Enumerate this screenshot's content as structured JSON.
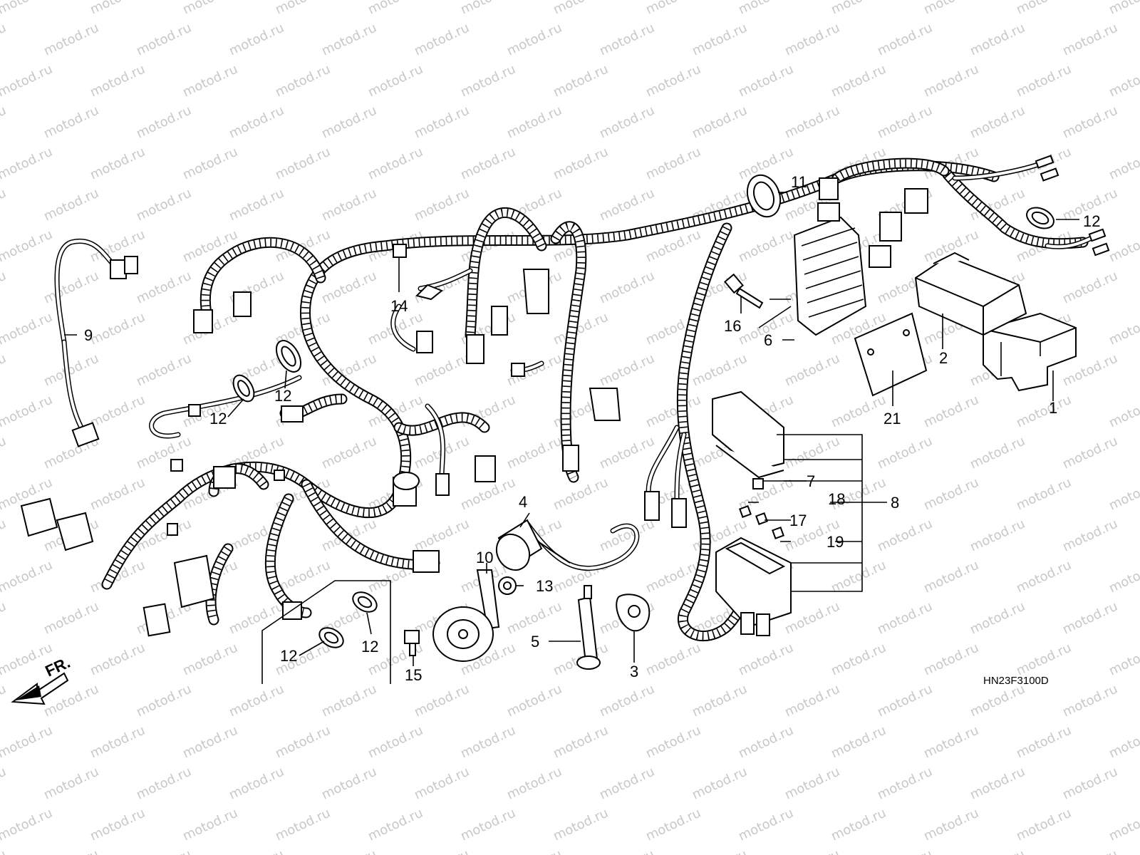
{
  "diagram": {
    "watermark": "motod.ru",
    "direction_label": "FR.",
    "diagram_code": "HN23F3100D",
    "callouts": [
      {
        "id": "c1",
        "label": "1"
      },
      {
        "id": "c2",
        "label": "2"
      },
      {
        "id": "c3",
        "label": "3"
      },
      {
        "id": "c4",
        "label": "4"
      },
      {
        "id": "c5",
        "label": "5"
      },
      {
        "id": "c6",
        "label": "6"
      },
      {
        "id": "c7",
        "label": "7"
      },
      {
        "id": "c8",
        "label": "8"
      },
      {
        "id": "c9",
        "label": "9"
      },
      {
        "id": "c10",
        "label": "10"
      },
      {
        "id": "c11",
        "label": "11"
      },
      {
        "id": "c12a",
        "label": "12"
      },
      {
        "id": "c12b",
        "label": "12"
      },
      {
        "id": "c12c",
        "label": "12"
      },
      {
        "id": "c12d",
        "label": "12"
      },
      {
        "id": "c12e",
        "label": "12"
      },
      {
        "id": "c13",
        "label": "13"
      },
      {
        "id": "c14",
        "label": "14"
      },
      {
        "id": "c15",
        "label": "15"
      },
      {
        "id": "c16",
        "label": "16"
      },
      {
        "id": "c17",
        "label": "17"
      },
      {
        "id": "c18",
        "label": "18"
      },
      {
        "id": "c19",
        "label": "19"
      },
      {
        "id": "c21",
        "label": "21"
      }
    ]
  }
}
